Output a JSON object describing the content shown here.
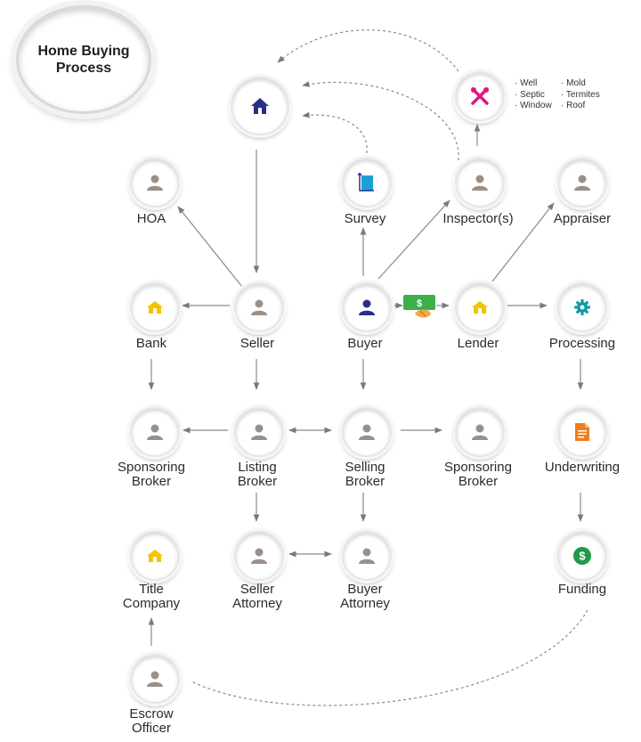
{
  "title": "Home Buying Process",
  "colors": {
    "house_blue": "#2a2f86",
    "person_gray": "#9b9088",
    "buyer_blue": "#2a2f86",
    "bank_yellow": "#f5c400",
    "survey_blue": "#1ba0d8",
    "inspector_pink": "#e0187c",
    "processing_teal": "#0f9aa6",
    "underwriting_orange": "#f07d1a",
    "funding_green": "#1f9a48",
    "money_green": "#3cb04a",
    "arrow_gray": "#888888"
  },
  "nodes": {
    "property": {
      "icon": "house-icon"
    },
    "hoa": {
      "label": "HOA",
      "icon": "person-icon"
    },
    "survey": {
      "label": "Survey",
      "icon": "survey-icon"
    },
    "inspector": {
      "label": "Inspector(s)",
      "icon": "tools-icon"
    },
    "inspection_tools": {
      "icon": "tools-icon"
    },
    "appraiser": {
      "label": "Appraiser",
      "icon": "person-icon"
    },
    "bank": {
      "label": "Bank",
      "icon": "house-icon"
    },
    "seller": {
      "label": "Seller",
      "icon": "person-icon"
    },
    "buyer": {
      "label": "Buyer",
      "icon": "person-icon"
    },
    "money": {
      "icon": "money-icon",
      "symbol": "$"
    },
    "lender": {
      "label": "Lender",
      "icon": "house-icon"
    },
    "processing": {
      "label": "Processing",
      "icon": "gear-icon"
    },
    "sponsoring_broker_left": {
      "label_1": "Sponsoring",
      "label_2": "Broker"
    },
    "listing_broker": {
      "label_1": "Listing",
      "label_2": "Broker"
    },
    "selling_broker": {
      "label_1": "Selling",
      "label_2": "Broker"
    },
    "sponsoring_broker_right": {
      "label_1": "Sponsoring",
      "label_2": "Broker"
    },
    "underwriting": {
      "label": "Underwriting",
      "icon": "document-icon"
    },
    "title_company": {
      "label_1": "Title",
      "label_2": "Company",
      "icon": "house-icon"
    },
    "seller_attorney": {
      "label_1": "Seller",
      "label_2": "Attorney"
    },
    "buyer_attorney": {
      "label_1": "Buyer",
      "label_2": "Attorney"
    },
    "funding": {
      "label": "Funding",
      "icon": "dollar-icon",
      "symbol": "$"
    },
    "escrow_officer": {
      "label_1": "Escrow",
      "label_2": "Officer"
    }
  },
  "inspection_items": [
    "· Well",
    "· Septic",
    "· Window",
    "· Mold",
    "· Termites",
    "· Roof"
  ]
}
